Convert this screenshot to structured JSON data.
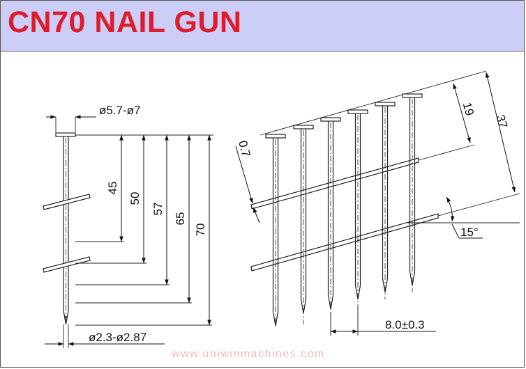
{
  "title": "CN70 NAIL GUN",
  "watermark": "www.uniwinmachines.com",
  "colors": {
    "title": "#dd1d2b",
    "header_bg": "#cccef8",
    "line": "#222222",
    "watermark": "#f2b7b7"
  },
  "side_view": {
    "head_diameter": "ø5.7-ø7",
    "shank_diameter": "ø2.3-ø2.87",
    "lengths": [
      "45",
      "50",
      "57",
      "65",
      "70"
    ]
  },
  "coil_view": {
    "spacing": "8.0±0.3",
    "wire_offset": "19",
    "overall": "37",
    "head_offset": "0.7",
    "angle": "15°"
  }
}
